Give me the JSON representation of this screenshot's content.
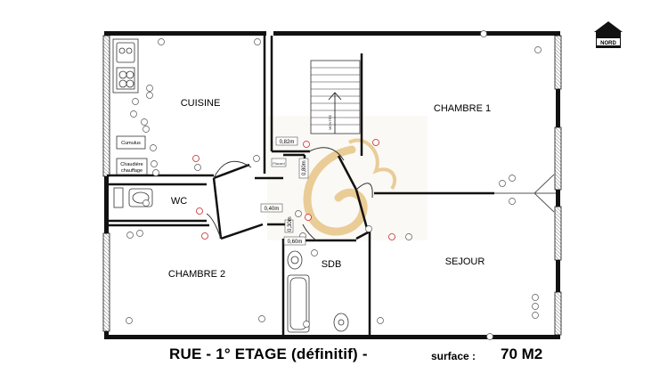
{
  "rooms": {
    "cuisine": "CUISINE",
    "chambre1": "CHAMBRE 1",
    "wc": "WC",
    "chambre2": "CHAMBRE 2",
    "sdb": "SDB",
    "sejour": "SEJOUR"
  },
  "kitchen_fixtures": {
    "cumulus": "Cumulus",
    "chaudiere_line1": "Chaudière",
    "chaudiere_line2": "chauffage"
  },
  "stair": {
    "up_label": "MONTÉE"
  },
  "dimensions": {
    "hall_width": "0,82m",
    "hall_depth": "0,80m",
    "passage": "0,40m",
    "sdb_door": "0,60m",
    "sdb_small": "0,30m",
    "placard": "Placard"
  },
  "compass": {
    "label": "NORD"
  },
  "footer": {
    "title": "RUE - 1° ETAGE (définitif) -",
    "surface_label": "surface :",
    "surface_value": "70 M2"
  },
  "colors": {
    "walls": "#111111",
    "symbols": "#444444",
    "outlets_red": "#cc2222",
    "watermark_gold": "#d9a441"
  }
}
